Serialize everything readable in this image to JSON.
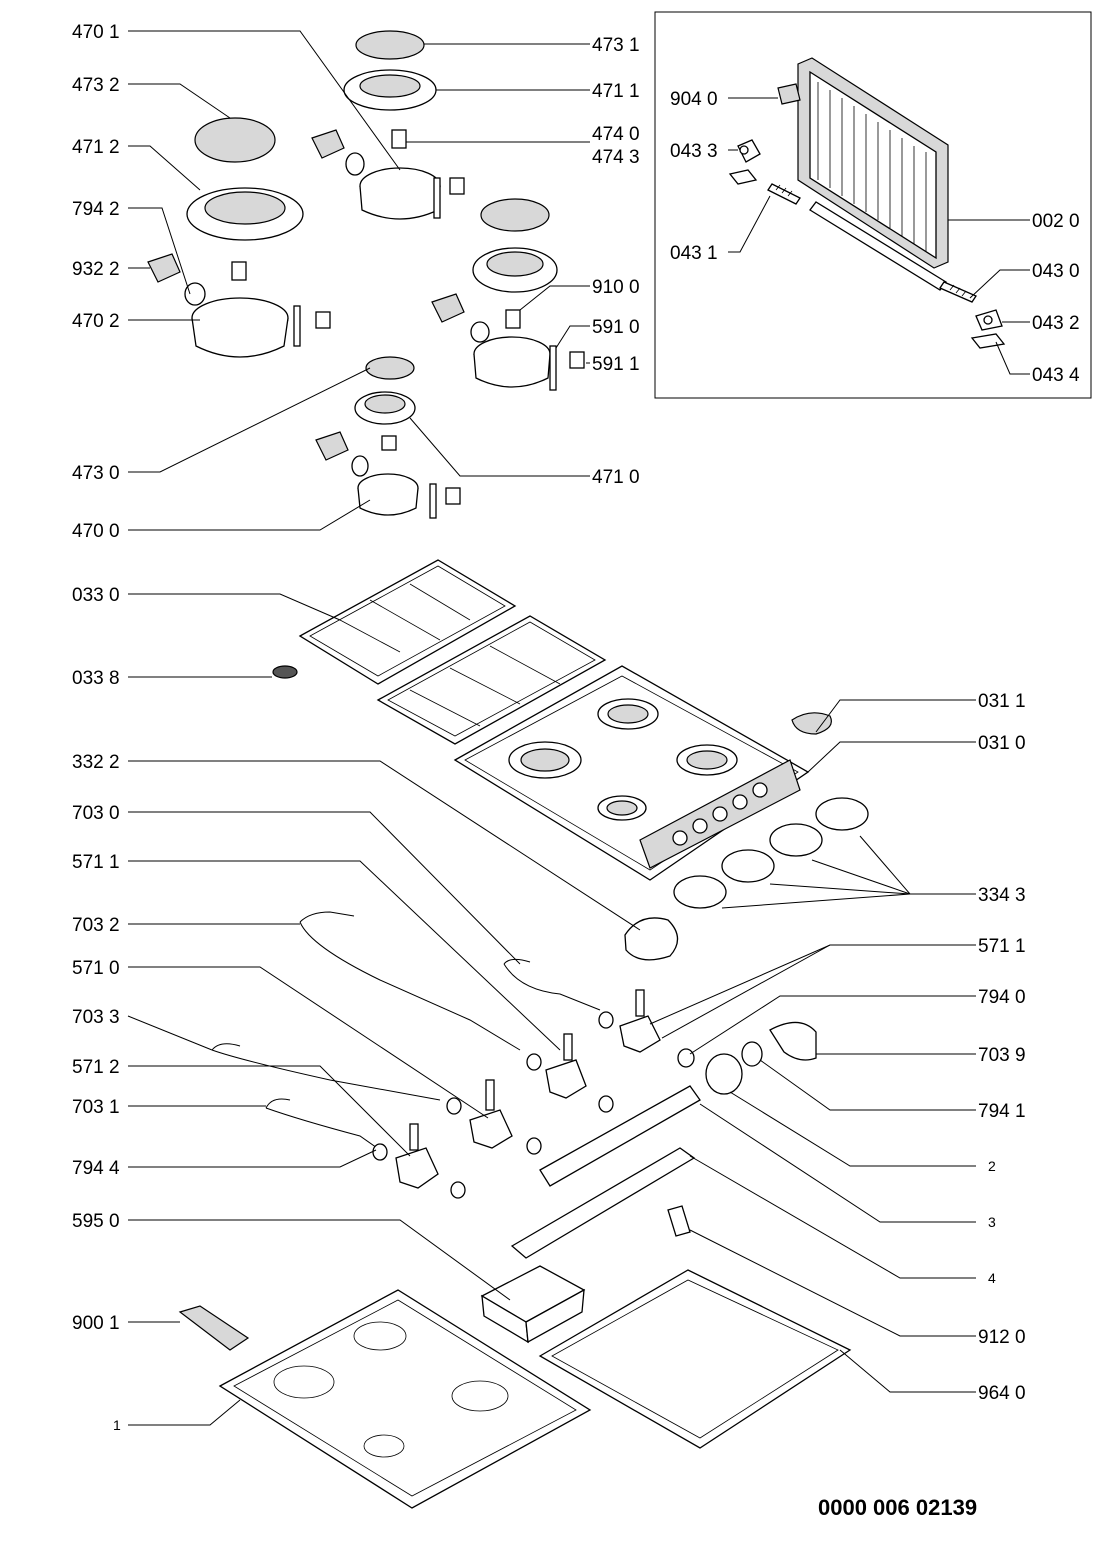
{
  "callouts_left": [
    {
      "id": "470-1",
      "text": "470 1"
    },
    {
      "id": "473-2",
      "text": "473 2"
    },
    {
      "id": "471-2",
      "text": "471 2"
    },
    {
      "id": "794-2",
      "text": "794 2"
    },
    {
      "id": "932-2",
      "text": "932 2"
    },
    {
      "id": "470-2",
      "text": "470 2"
    },
    {
      "id": "473-0",
      "text": "473 0"
    },
    {
      "id": "470-0",
      "text": "470 0"
    },
    {
      "id": "033-0",
      "text": "033 0"
    },
    {
      "id": "033-8",
      "text": "033 8"
    },
    {
      "id": "332-2",
      "text": "332 2"
    },
    {
      "id": "703-0",
      "text": "703 0"
    },
    {
      "id": "571-1a",
      "text": "571 1"
    },
    {
      "id": "703-2",
      "text": "703 2"
    },
    {
      "id": "571-0",
      "text": "571 0"
    },
    {
      "id": "703-3",
      "text": "703 3"
    },
    {
      "id": "571-2",
      "text": "571 2"
    },
    {
      "id": "703-1",
      "text": "703 1"
    },
    {
      "id": "794-4",
      "text": "794 4"
    },
    {
      "id": "595-0",
      "text": "595 0"
    },
    {
      "id": "900-1",
      "text": "900 1"
    },
    {
      "id": "1",
      "text": "1"
    }
  ],
  "callouts_middle": [
    {
      "id": "473-1",
      "text": "473 1"
    },
    {
      "id": "471-1",
      "text": "471 1"
    },
    {
      "id": "474-0",
      "text": "474 0"
    },
    {
      "id": "474-3",
      "text": "474 3"
    },
    {
      "id": "910-0",
      "text": "910 0"
    },
    {
      "id": "591-0",
      "text": "591 0"
    },
    {
      "id": "591-1",
      "text": "591 1"
    },
    {
      "id": "471-0",
      "text": "471 0"
    }
  ],
  "callouts_inset": [
    {
      "id": "904-0",
      "text": "904 0"
    },
    {
      "id": "043-3",
      "text": "043 3"
    },
    {
      "id": "043-1",
      "text": "043 1"
    },
    {
      "id": "002-0",
      "text": "002 0"
    },
    {
      "id": "043-0",
      "text": "043 0"
    },
    {
      "id": "043-2",
      "text": "043 2"
    },
    {
      "id": "043-4",
      "text": "043 4"
    }
  ],
  "callouts_right": [
    {
      "id": "031-1",
      "text": "031 1"
    },
    {
      "id": "031-0",
      "text": "031 0"
    },
    {
      "id": "334-3",
      "text": "334 3"
    },
    {
      "id": "571-1b",
      "text": "571 1"
    },
    {
      "id": "794-0",
      "text": "794 0"
    },
    {
      "id": "703-9",
      "text": "703 9"
    },
    {
      "id": "794-1",
      "text": "794 1"
    },
    {
      "id": "2",
      "text": "2"
    },
    {
      "id": "3",
      "text": "3"
    },
    {
      "id": "4",
      "text": "4"
    },
    {
      "id": "912-0",
      "text": "912 0"
    },
    {
      "id": "964-0",
      "text": "964 0"
    }
  ],
  "document_number": "0000 006 02139"
}
